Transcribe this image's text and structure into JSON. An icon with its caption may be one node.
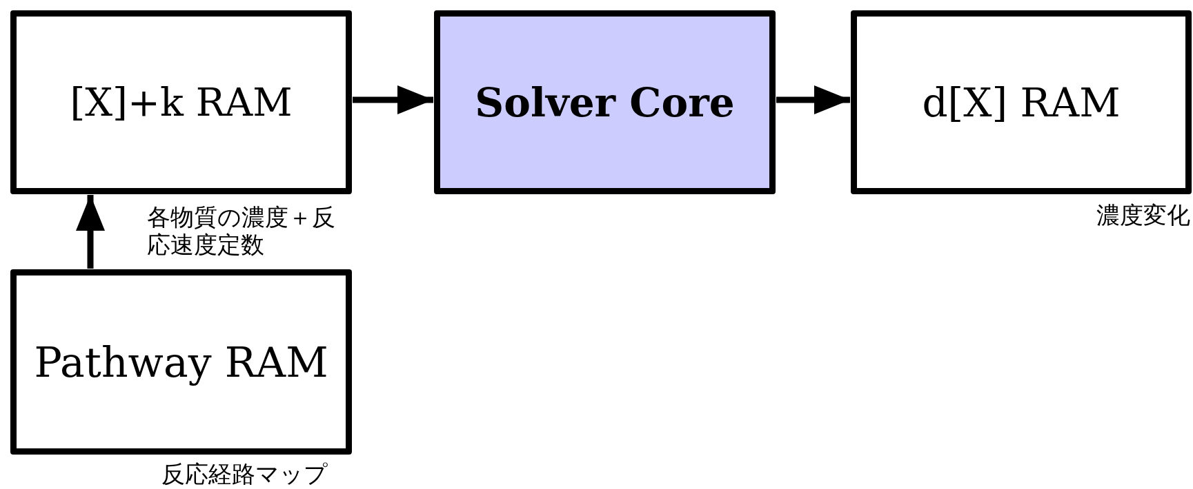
{
  "diagram": {
    "nodes": [
      {
        "text": [
          "[X]+k RAM"
        ],
        "beside": [
          "各物質の濃度＋反応速度定数"
        ]
      },
      {
        "text": [
          "Solver Core"
        ]
      },
      {
        "text": [
          "d[X] RAM"
        ],
        "beside": [
          "濃度変化"
        ]
      },
      {
        "text": [
          "Pathway RAM"
        ],
        "beside": [
          "反応経路マップ"
        ]
      }
    ],
    "edges": [
      {
        "from": 0,
        "to": 1,
        "arrow": "to"
      },
      {
        "from": 1,
        "to": 2,
        "arrow": "to"
      },
      {
        "from": 3,
        "to": 0,
        "arrow": "to"
      }
    ]
  }
}
